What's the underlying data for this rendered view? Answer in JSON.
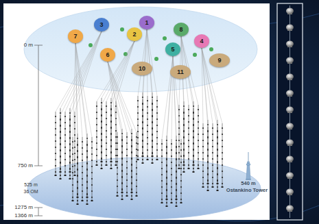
{
  "diagram": {
    "nodes": [
      {
        "text": [
          "3"
        ]
      },
      {
        "text": [
          "1"
        ]
      },
      {
        "text": [
          "7"
        ]
      },
      {
        "text": [
          "2"
        ]
      },
      {
        "text": [
          "8"
        ]
      },
      {
        "text": [
          "4"
        ]
      },
      {
        "text": [
          "6"
        ]
      },
      {
        "text": [
          "5"
        ]
      },
      {
        "text": [
          "10"
        ]
      },
      {
        "text": [
          "11"
        ]
      },
      {
        "text": [
          "9"
        ]
      }
    ],
    "labels": [
      "0 m",
      "750 m",
      "525 m",
      "36 OM",
      "1275 m",
      "1366 m",
      "540 m",
      "Ostankino Tower"
    ]
  }
}
